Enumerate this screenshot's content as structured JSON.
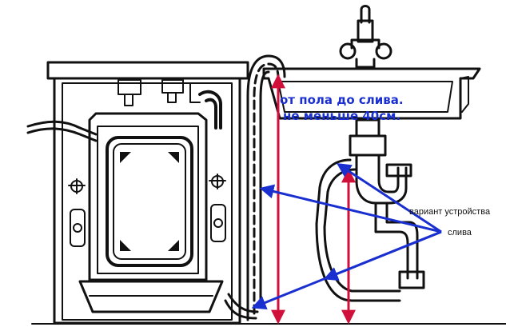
{
  "annotation": {
    "measure_line1": "от пола до слива.",
    "measure_line2": "не меньше 40см.",
    "variant_label": "вариант устройства",
    "drain_label": "слива"
  },
  "colors": {
    "ink": "#111111",
    "measure_arrow": "#d0103a",
    "pointer_arrow": "#1a2fd0",
    "measure_text": "#1a2fd0"
  }
}
